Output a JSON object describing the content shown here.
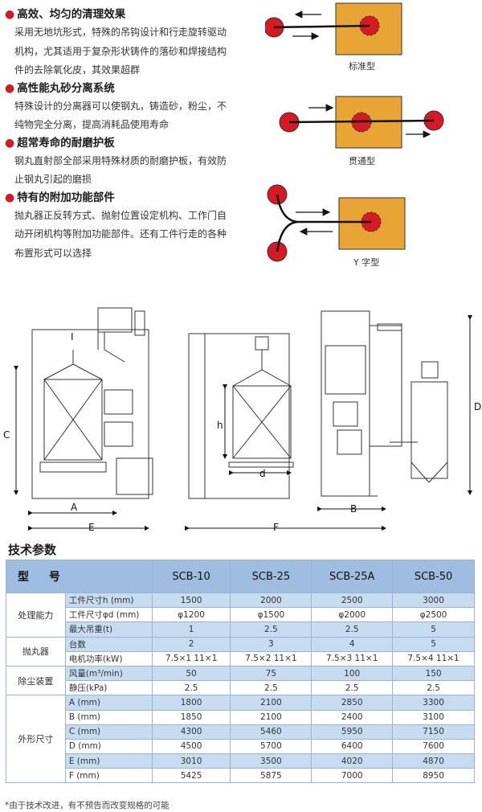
{
  "features": [
    {
      "title": "高效、均匀的清理效果",
      "lines": [
        "采用无地坑形式，特殊的吊钩设计和行走旋转驱动",
        "机构，尤其适用于复杂形状铸件的落砂和焊接结构",
        "件的去除氧化皮，其效果超群"
      ]
    },
    {
      "title": "高性能丸砂分离系统",
      "lines": [
        "特殊设计的分离器可以使钢丸，铸造砂，粉尘，不",
        "纯物完全分离，提高消耗品使用寿命"
      ]
    },
    {
      "title": "超常寿命的耐磨护板",
      "lines": [
        "钢丸直射部全部采用特殊材质的耐磨护板，有效防",
        "止钢丸引起的磨损"
      ]
    },
    {
      "title": "特有的附加功能部件",
      "lines": [
        "抛丸器正反转方式、抛射位置设定机构、工作门自",
        "动开闭机构等附加功能部件。还有工件行走的各种",
        "布置形式可以选择"
      ]
    }
  ],
  "diagrams": {
    "standard": "标准型",
    "through": "贯通型",
    "y_type": "Y 字型"
  },
  "machine_labels": {
    "A": "A",
    "C": "C",
    "E": "E",
    "h": "h",
    "d": "d",
    "F": "F",
    "B": "B",
    "D": "D",
    "I": "I"
  },
  "section_title": "技术参数",
  "table": {
    "header": [
      "型 号",
      "",
      "SCB-10",
      "SCB-25",
      "SCB-25A",
      "SCB-50"
    ],
    "groups": [
      {
        "name": "处理能力",
        "rows": [
          {
            "label": "工件尺寸h  (mm)",
            "values": [
              "1500",
              "2000",
              "2500",
              "3000"
            ]
          },
          {
            "label": "工件尺寸φd  (mm)",
            "values": [
              "φ1200",
              "φ1500",
              "φ2000",
              "φ2500"
            ]
          },
          {
            "label": "最大吊重(t)",
            "values": [
              "1",
              "2.5",
              "2.5",
              "5"
            ]
          }
        ]
      },
      {
        "name": "抛丸器",
        "rows": [
          {
            "label": "台数",
            "values": [
              "2",
              "3",
              "4",
              "5"
            ]
          },
          {
            "label": "电机功率(kW)",
            "values": [
              "7.5×1  11×1",
              "7.5×2  11×1",
              "7.5×3  11×1",
              "7.5×4  11×1"
            ]
          }
        ]
      },
      {
        "name": "除尘装置",
        "rows": [
          {
            "label": "风量(m³/min)",
            "values": [
              "50",
              "75",
              "100",
              "150"
            ]
          },
          {
            "label": "静压(kPa)",
            "values": [
              "2.5",
              "2.5",
              "2.5",
              "2.5"
            ]
          }
        ]
      },
      {
        "name": "外形尺寸",
        "rows": [
          {
            "label": "A   (mm)",
            "values": [
              "1800",
              "2100",
              "2850",
              "3300"
            ]
          },
          {
            "label": "B   (mm)",
            "values": [
              "1850",
              "2100",
              "2400",
              "3100"
            ]
          },
          {
            "label": "C   (mm)",
            "values": [
              "4300",
              "5460",
              "5950",
              "7150"
            ]
          },
          {
            "label": "D   (mm)",
            "values": [
              "4500",
              "5700",
              "6400",
              "7600"
            ]
          },
          {
            "label": "E   (mm)",
            "values": [
              "3010",
              "3500",
              "4020",
              "4870"
            ]
          },
          {
            "label": "F   (mm)",
            "values": [
              "5425",
              "5875",
              "7000",
              "8950"
            ]
          }
        ]
      }
    ]
  },
  "footnote": "*由于技术改进，有不预告而改变规格的可能",
  "colors": {
    "accent": "#d51a24",
    "box": "#e8a534",
    "table_header": "#9fbde0",
    "table_stripe": "#c7dcf1"
  }
}
